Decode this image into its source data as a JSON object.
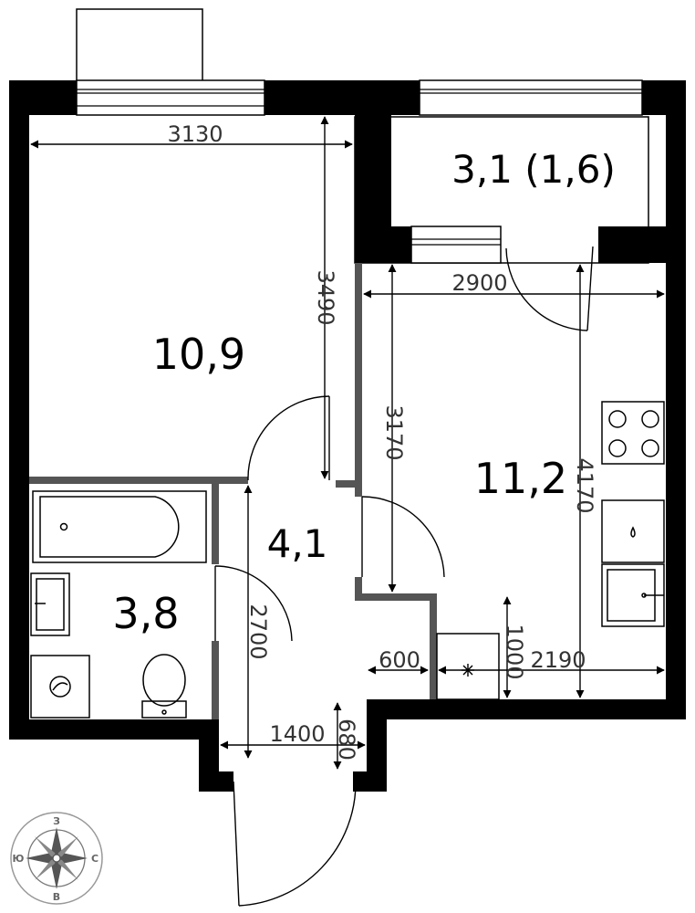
{
  "rooms": {
    "room": "10,9",
    "kitchen": "11,2",
    "balcony": "3,1 (1,6)",
    "hall": "4,1",
    "bathroom": "3,8"
  },
  "dimensions": {
    "room_width": "3130",
    "room_length": "3490",
    "kitchen_width": "2900",
    "kitchen_depth_left": "3170",
    "kitchen_depth_right": "4170",
    "bath_depth": "2700",
    "entry_width": "1400",
    "entry_depth": "680",
    "niche_width": "600",
    "niche_depth": "1000",
    "kitchen_lower": "2190"
  },
  "compass": {
    "n": "З",
    "s": "В",
    "w": "Ю",
    "e": "С"
  },
  "colors": {
    "wall": "#000000",
    "partition": "#555555",
    "line": "#000000"
  }
}
